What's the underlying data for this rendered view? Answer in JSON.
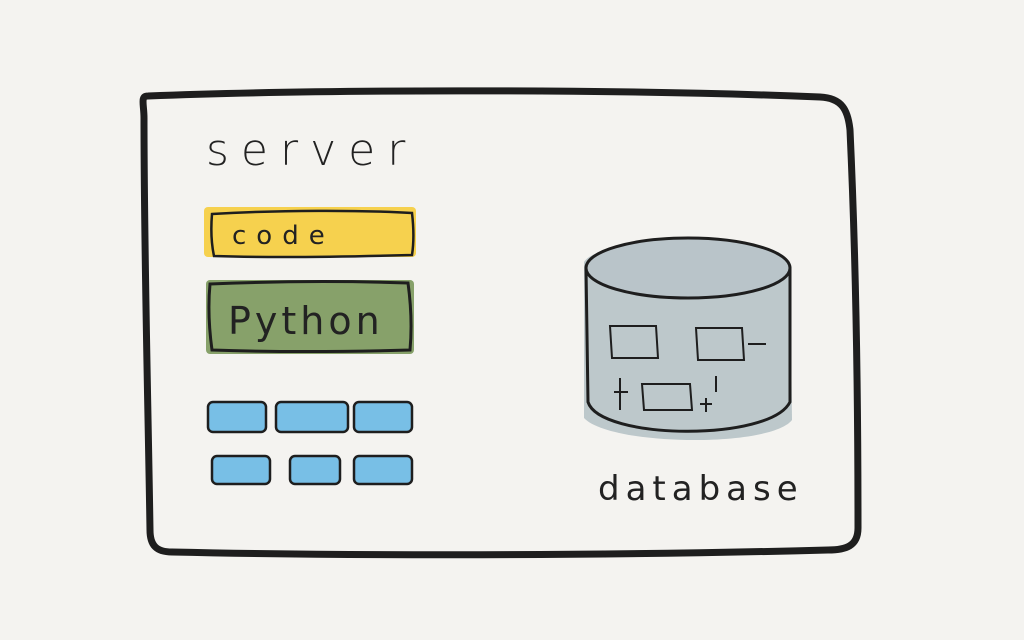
{
  "diagram": {
    "server": {
      "title": "server",
      "code_label": "code",
      "python_label": "Python",
      "blocks_rows": 2,
      "blocks_per_row": 3
    },
    "database": {
      "label": "database"
    },
    "colors": {
      "background": "#f4f3f0",
      "ink": "#222222",
      "code_fill": "#f5cf45",
      "python_fill": "#7d9a5e",
      "block_fill": "#78bfe6",
      "db_fill": "#b3bfc4"
    }
  }
}
